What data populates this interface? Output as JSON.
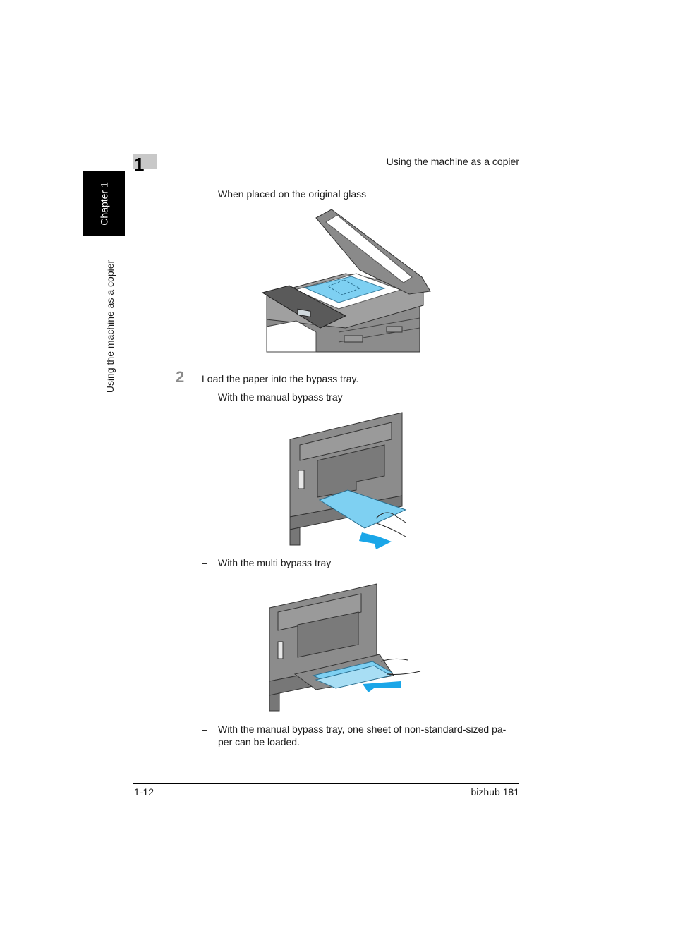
{
  "header": {
    "chapter_number": "1",
    "title": "Using the machine as a copier"
  },
  "side": {
    "chapter_tab": "Chapter 1",
    "section_label": "Using the machine as a copier"
  },
  "content": {
    "bullet_glass": "When placed on the original glass",
    "step_2_number": "2",
    "step_2_text": "Load the paper into the bypass tray.",
    "bullet_manual": "With the manual bypass tray",
    "bullet_multi": "With the multi bypass tray",
    "note_line1": "With the manual bypass tray, one sheet of non-standard-sized pa-",
    "note_line2": "per can be loaded.",
    "dash": "–"
  },
  "footer": {
    "page_number": "1-12",
    "product": "bizhub 181"
  },
  "colors": {
    "machine_gray": "#8c8c8c",
    "machine_dark": "#5a5a5a",
    "paper_blue": "#7ed0f2",
    "arrow_blue": "#1aa6e8"
  }
}
